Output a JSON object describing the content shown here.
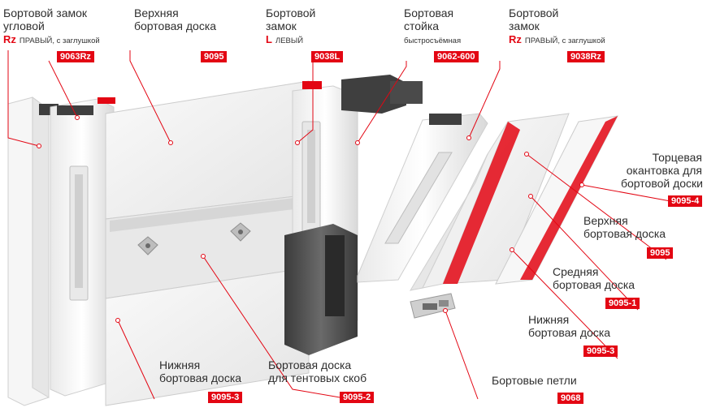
{
  "labels": {
    "corner_lock": {
      "title1": "Бортовой замок",
      "title2": "угловой",
      "side_letter": "Rz",
      "side_text": "ПРАВЫЙ, с заглушкой",
      "code": "9063Rz"
    },
    "upper_board": {
      "title1": "Верхняя",
      "title2": "бортовая доска",
      "code": "9095"
    },
    "lock_left": {
      "title1": "Бортовой",
      "title2": "замок",
      "side_letter": "L",
      "side_text": "ЛЕВЫЙ",
      "code": "9038L"
    },
    "stand": {
      "title1": "Бортовая",
      "title2": "стойка",
      "sub": "быстросъёмная",
      "code": "9062-600"
    },
    "lock_right": {
      "title1": "Бортовой",
      "title2": "замок",
      "side_letter": "Rz",
      "side_text": "ПРАВЫЙ, с заглушкой",
      "code": "9038Rz"
    },
    "end_edging": {
      "title1": "Торцевая",
      "title2": "окантовка для",
      "title3": "бортовой доски",
      "code": "9095-4"
    },
    "upper_board_right": {
      "title1": "Верхняя",
      "title2": "бортовая доска",
      "code": "9095"
    },
    "middle_board": {
      "title1": "Средняя",
      "title2": "бортовая доска",
      "code": "9095-1"
    },
    "lower_board_right": {
      "title1": "Нижняя",
      "title2": "бортовая доска",
      "code": "9095-3"
    },
    "hinges": {
      "title1": "Бортовые петли",
      "code": "9068"
    },
    "lower_board": {
      "title1": "Нижняя",
      "title2": "бортовая доска",
      "code": "9095-3"
    },
    "tent_board": {
      "title1": "Бортовая доска",
      "title2": "для тентовых скоб",
      "code": "9095-2"
    }
  },
  "colors": {
    "accent": "#e30613",
    "leader": "#e30613",
    "panel": "#f2f2f2",
    "dark": "#4a4a4a"
  }
}
